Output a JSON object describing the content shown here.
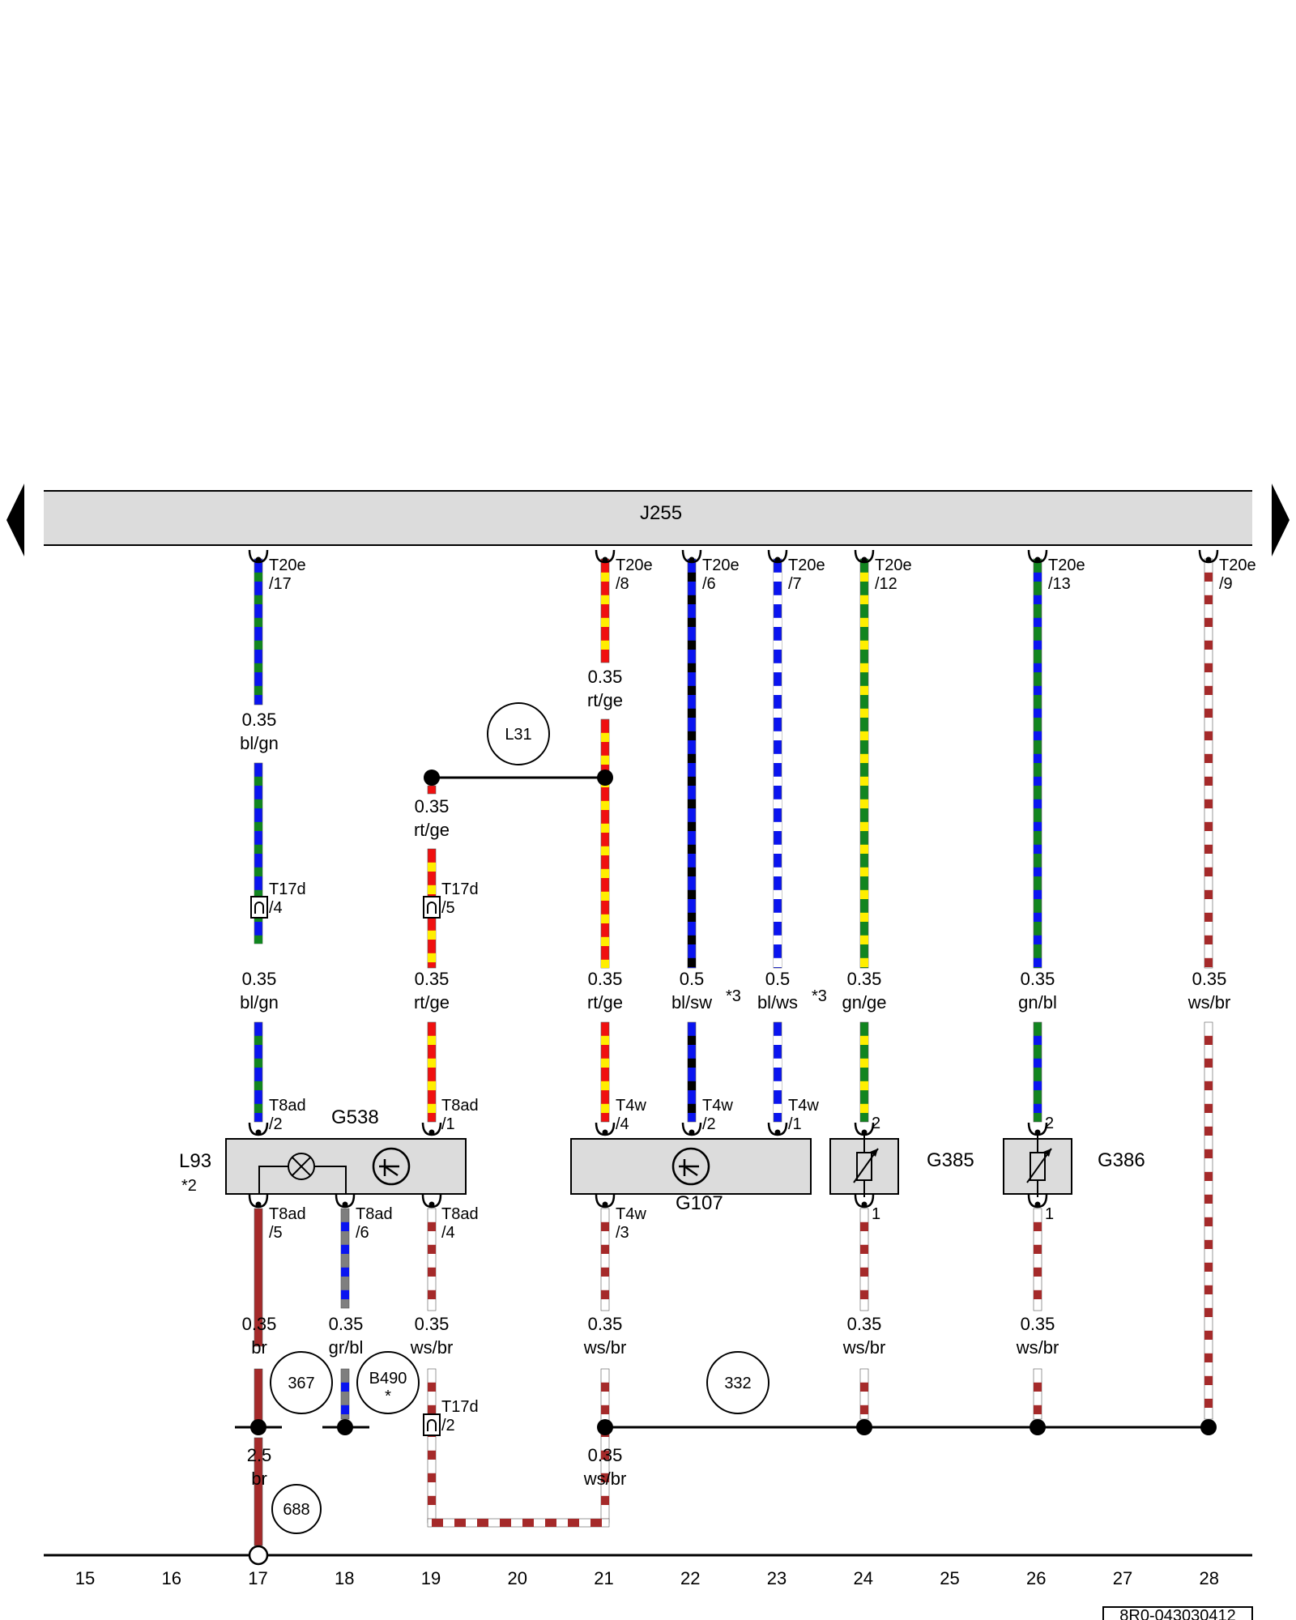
{
  "control_unit": {
    "label": "J255"
  },
  "colors": {
    "bl": "#0a14f0",
    "gn": "#11851f",
    "rt": "#f01010",
    "ge": "#ffee00",
    "sw": "#000000",
    "ws": "#ffffff",
    "br": "#a52a2a",
    "gr": "#7f7f7f"
  },
  "components": {
    "g538": "G538",
    "l93": "L93",
    "l93_note": "*2",
    "g107": "G107",
    "g385": "G385",
    "g386": "G386"
  },
  "circle_refs": [
    {
      "id": "l31",
      "label": "L31"
    },
    {
      "id": "c367",
      "label": "367"
    },
    {
      "id": "b490",
      "label": "B490",
      "note": "*"
    },
    {
      "id": "c332",
      "label": "332"
    },
    {
      "id": "c688",
      "label": "688"
    }
  ],
  "pin_labels": [
    {
      "id": "p-t20e-17",
      "connector": "T20e",
      "pin": "/17"
    },
    {
      "id": "p-t20e-8",
      "connector": "T20e",
      "pin": "/8"
    },
    {
      "id": "p-t20e-6",
      "connector": "T20e",
      "pin": "/6"
    },
    {
      "id": "p-t20e-7",
      "connector": "T20e",
      "pin": "/7"
    },
    {
      "id": "p-t20e-12",
      "connector": "T20e",
      "pin": "/12"
    },
    {
      "id": "p-t20e-13",
      "connector": "T20e",
      "pin": "/13"
    },
    {
      "id": "p-t20e-9",
      "connector": "T20e",
      "pin": "/9"
    },
    {
      "id": "p-t17d-4",
      "connector": "T17d",
      "pin": "/4"
    },
    {
      "id": "p-t17d-5",
      "connector": "T17d",
      "pin": "/5"
    },
    {
      "id": "p-t17d-2",
      "connector": "T17d",
      "pin": "/2"
    },
    {
      "id": "p-t8ad-2",
      "connector": "T8ad",
      "pin": "/2"
    },
    {
      "id": "p-t8ad-1",
      "connector": "T8ad",
      "pin": "/1"
    },
    {
      "id": "p-t8ad-5",
      "connector": "T8ad",
      "pin": "/5"
    },
    {
      "id": "p-t8ad-6",
      "connector": "T8ad",
      "pin": "/6"
    },
    {
      "id": "p-t8ad-4",
      "connector": "T8ad",
      "pin": "/4"
    },
    {
      "id": "p-t4w-4",
      "connector": "T4w",
      "pin": "/4"
    },
    {
      "id": "p-t4w-2",
      "connector": "T4w",
      "pin": "/2"
    },
    {
      "id": "p-t4w-1",
      "connector": "T4w",
      "pin": "/1"
    },
    {
      "id": "p-t4w-3",
      "connector": "T4w",
      "pin": "/3"
    },
    {
      "id": "p-g385-2",
      "connector": "",
      "pin": "2"
    },
    {
      "id": "p-g385-1",
      "connector": "",
      "pin": "1"
    },
    {
      "id": "p-g386-2",
      "connector": "",
      "pin": "2"
    },
    {
      "id": "p-g386-1",
      "connector": "",
      "pin": "1"
    }
  ],
  "wire_labels": [
    {
      "id": "w17a",
      "size": "0.35",
      "color": "bl/gn"
    },
    {
      "id": "w17b",
      "size": "0.35",
      "color": "bl/gn"
    },
    {
      "id": "w21a",
      "size": "0.35",
      "color": "rt/ge"
    },
    {
      "id": "w19a",
      "size": "0.35",
      "color": "rt/ge"
    },
    {
      "id": "w19b",
      "size": "0.35",
      "color": "rt/ge"
    },
    {
      "id": "w21b",
      "size": "0.35",
      "color": "rt/ge"
    },
    {
      "id": "w22",
      "size": "0.5",
      "color": "bl/sw",
      "note": "*3"
    },
    {
      "id": "w23",
      "size": "0.5",
      "color": "bl/ws",
      "note": "*3"
    },
    {
      "id": "w24a",
      "size": "0.35",
      "color": "gn/ge"
    },
    {
      "id": "w26a",
      "size": "0.35",
      "color": "gn/bl"
    },
    {
      "id": "w28",
      "size": "0.35",
      "color": "ws/br"
    },
    {
      "id": "w17c",
      "size": "0.35",
      "color": "br"
    },
    {
      "id": "w18",
      "size": "0.35",
      "color": "gr/bl"
    },
    {
      "id": "w19c",
      "size": "0.35",
      "color": "ws/br"
    },
    {
      "id": "w21c",
      "size": "0.35",
      "color": "ws/br"
    },
    {
      "id": "w24b",
      "size": "0.35",
      "color": "ws/br"
    },
    {
      "id": "w26b",
      "size": "0.35",
      "color": "ws/br"
    },
    {
      "id": "w17d",
      "size": "2.5",
      "color": "br"
    },
    {
      "id": "w21d",
      "size": "0.35",
      "color": "ws/br"
    }
  ],
  "column_numbers": [
    "15",
    "16",
    "17",
    "18",
    "19",
    "20",
    "21",
    "22",
    "23",
    "24",
    "25",
    "26",
    "27",
    "28"
  ],
  "footer_code": "8R0-043030412"
}
